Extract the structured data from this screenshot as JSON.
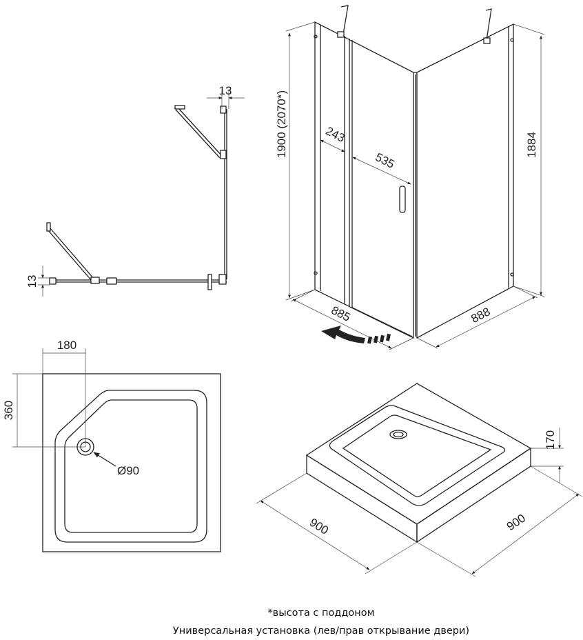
{
  "plan_view": {
    "dim_top": "13",
    "dim_left": "13"
  },
  "cabin_view": {
    "height_total": "1900 (2070*)",
    "height_panel": "1884",
    "fixed_width": "243",
    "door_width": "535",
    "depth_left": "885",
    "depth_right": "888"
  },
  "tray_top_view": {
    "dim_drain_x": "180",
    "dim_drain_y": "360",
    "drain_diameter": "Ø90"
  },
  "tray_iso_view": {
    "width_left": "900",
    "width_right": "900",
    "height": "170"
  },
  "notes": {
    "footnote": "*высота с поддоном",
    "installation": "Универсальная установка (лев/прав открывание двери)"
  }
}
